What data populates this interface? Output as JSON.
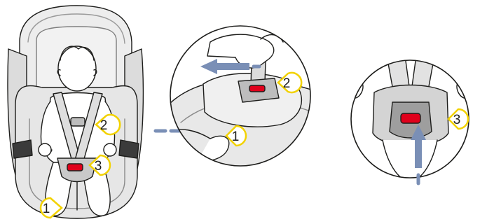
{
  "callouts": {
    "seat_buckle_release": "1",
    "seat_chest_clip": "2",
    "seat_harness_buckle": "3",
    "middle_release_bar": "1",
    "middle_pull_strap": "2",
    "right_buckle": "3"
  },
  "colors": {
    "callout_ring": "#f2d200",
    "arrow": "#7a8fb6",
    "buckle_red": "#e0001b",
    "outline": "#1d1d1b",
    "seat_fill": "#e8e8e8",
    "shade": "#cfcfcf"
  }
}
